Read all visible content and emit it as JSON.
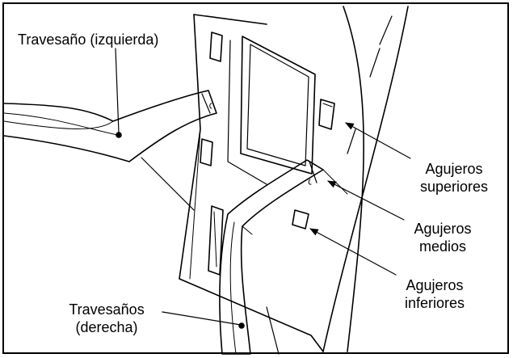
{
  "labels": {
    "crossbar_left": "Travesaño (izquierda)",
    "holes_upper": [
      "Agujeros",
      "superiores"
    ],
    "holes_middle": [
      "Agujeros",
      "medios"
    ],
    "holes_lower": [
      "Agujeros",
      "inferiores"
    ],
    "crossbars_right": [
      "Travesaños",
      "(derecha)"
    ]
  },
  "colors": {
    "line": "#000000",
    "background": "#ffffff"
  }
}
